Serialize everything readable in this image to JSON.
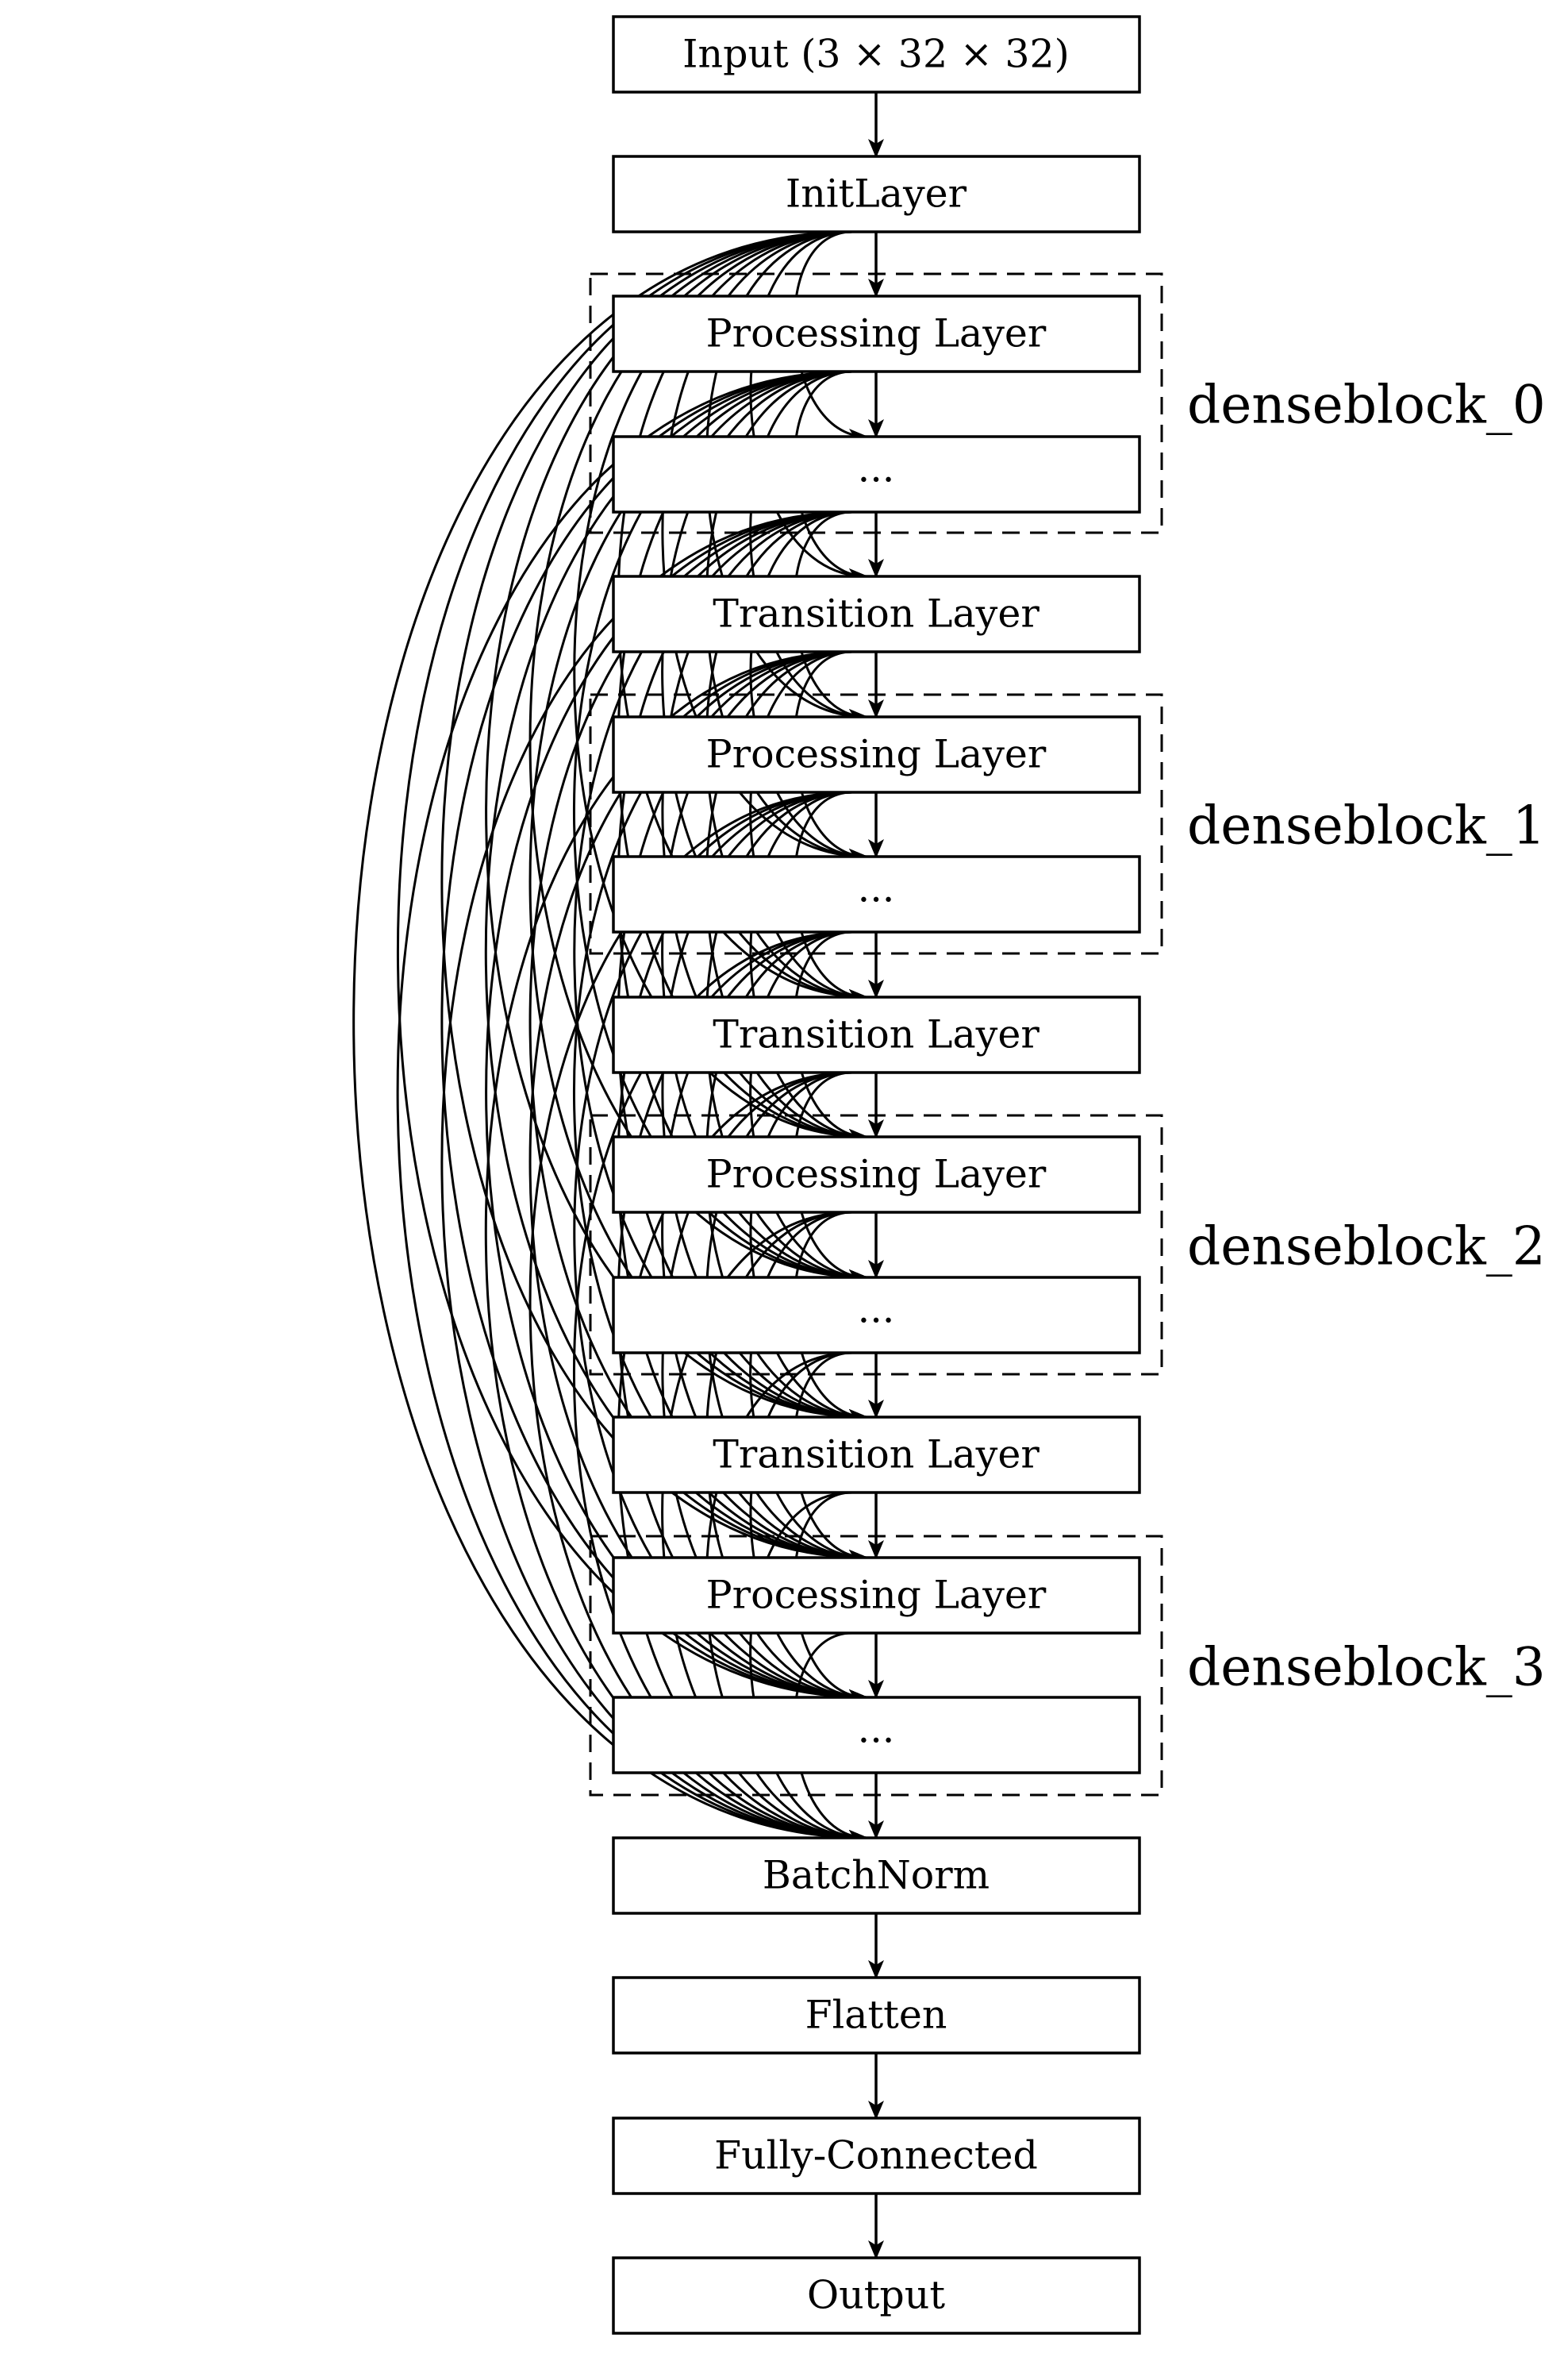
{
  "layers": [
    {
      "id": "input",
      "label": "Input (3 × 32 × 32)"
    },
    {
      "id": "init",
      "label": "InitLayer"
    },
    {
      "id": "proc0",
      "label": "Processing Layer"
    },
    {
      "id": "dots0",
      "label": "..."
    },
    {
      "id": "trans0",
      "label": "Transition Layer"
    },
    {
      "id": "proc1",
      "label": "Processing Layer"
    },
    {
      "id": "dots1",
      "label": "..."
    },
    {
      "id": "trans1",
      "label": "Transition Layer"
    },
    {
      "id": "proc2",
      "label": "Processing Layer"
    },
    {
      "id": "dots2",
      "label": "..."
    },
    {
      "id": "trans2",
      "label": "Transition Layer"
    },
    {
      "id": "proc3",
      "label": "Processing Layer"
    },
    {
      "id": "dots3",
      "label": "..."
    },
    {
      "id": "batchnorm",
      "label": "BatchNorm"
    },
    {
      "id": "flatten",
      "label": "Flatten"
    },
    {
      "id": "fc",
      "label": "Fully-Connected"
    },
    {
      "id": "output",
      "label": "Output"
    }
  ],
  "dense_blocks": [
    {
      "label": "denseblock_0"
    },
    {
      "label": "denseblock_1"
    },
    {
      "label": "denseblock_2"
    },
    {
      "label": "denseblock_3"
    }
  ]
}
